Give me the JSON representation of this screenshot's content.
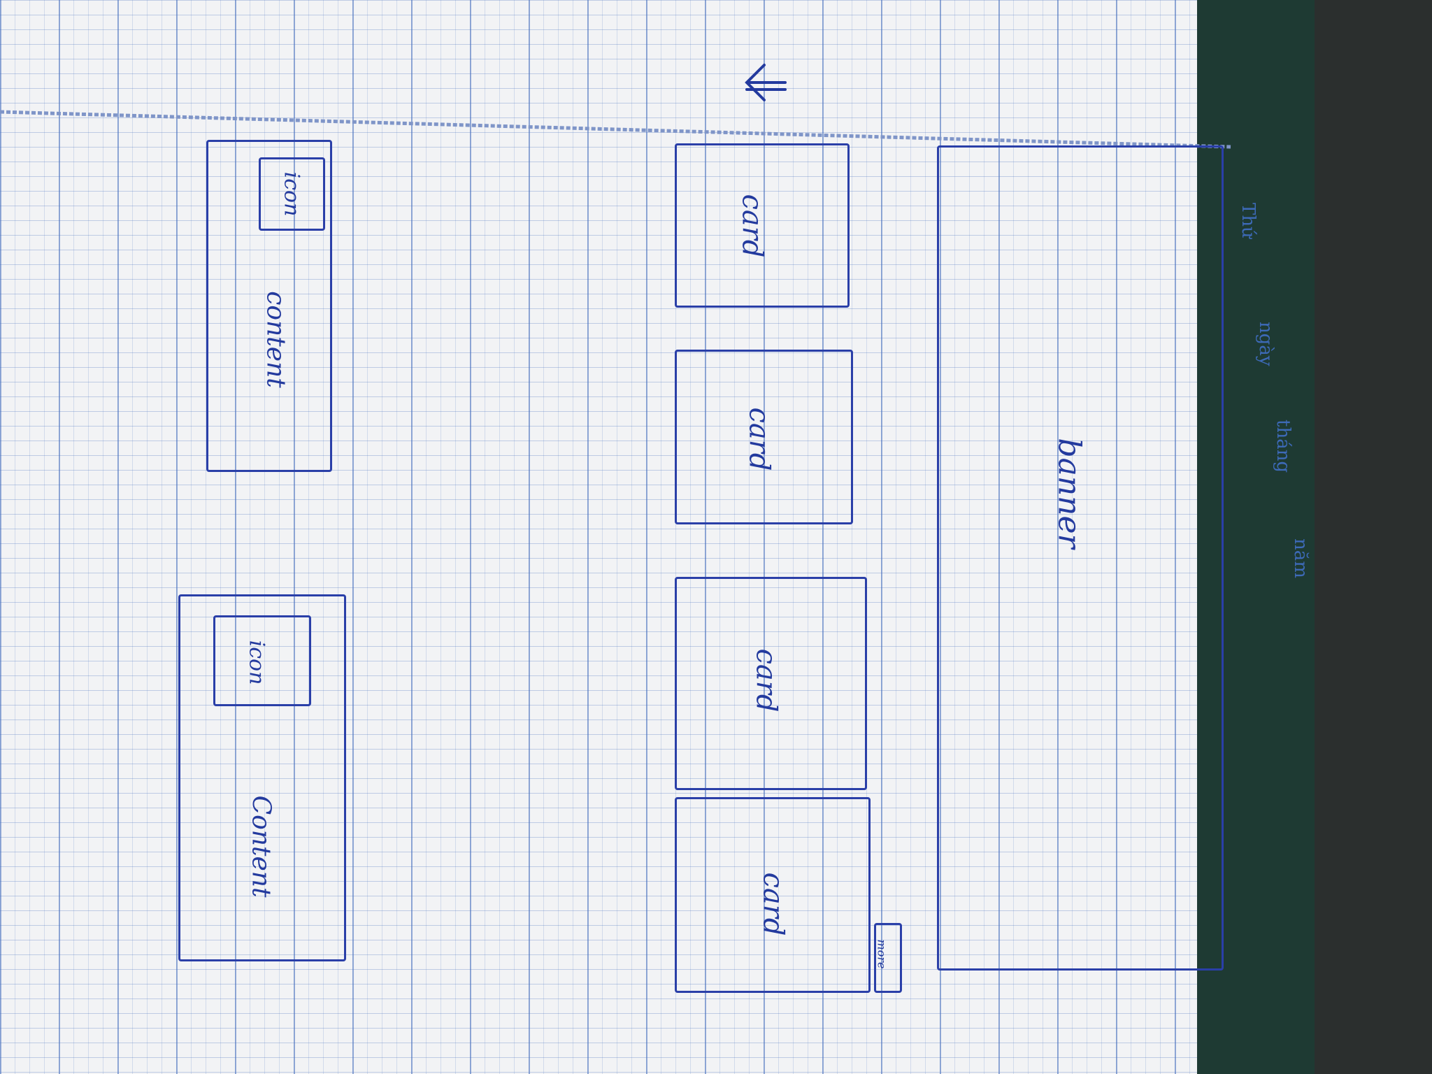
{
  "notebook_header": {
    "label_thu": "Thứ",
    "label_ngay": "ngày",
    "label_thang": "tháng",
    "label_nam": "năm"
  },
  "wireframe": {
    "banner_label": "banner",
    "more_label": "more",
    "cards": [
      "card",
      "card",
      "card",
      "card"
    ],
    "info_items": [
      {
        "icon_label": "icon",
        "content_label": "content"
      },
      {
        "icon_label": "icon",
        "content_label": "Content"
      }
    ]
  },
  "colors": {
    "ink": "#233a9e",
    "paper": "#f2f3f5",
    "grid": "#466ebe"
  }
}
